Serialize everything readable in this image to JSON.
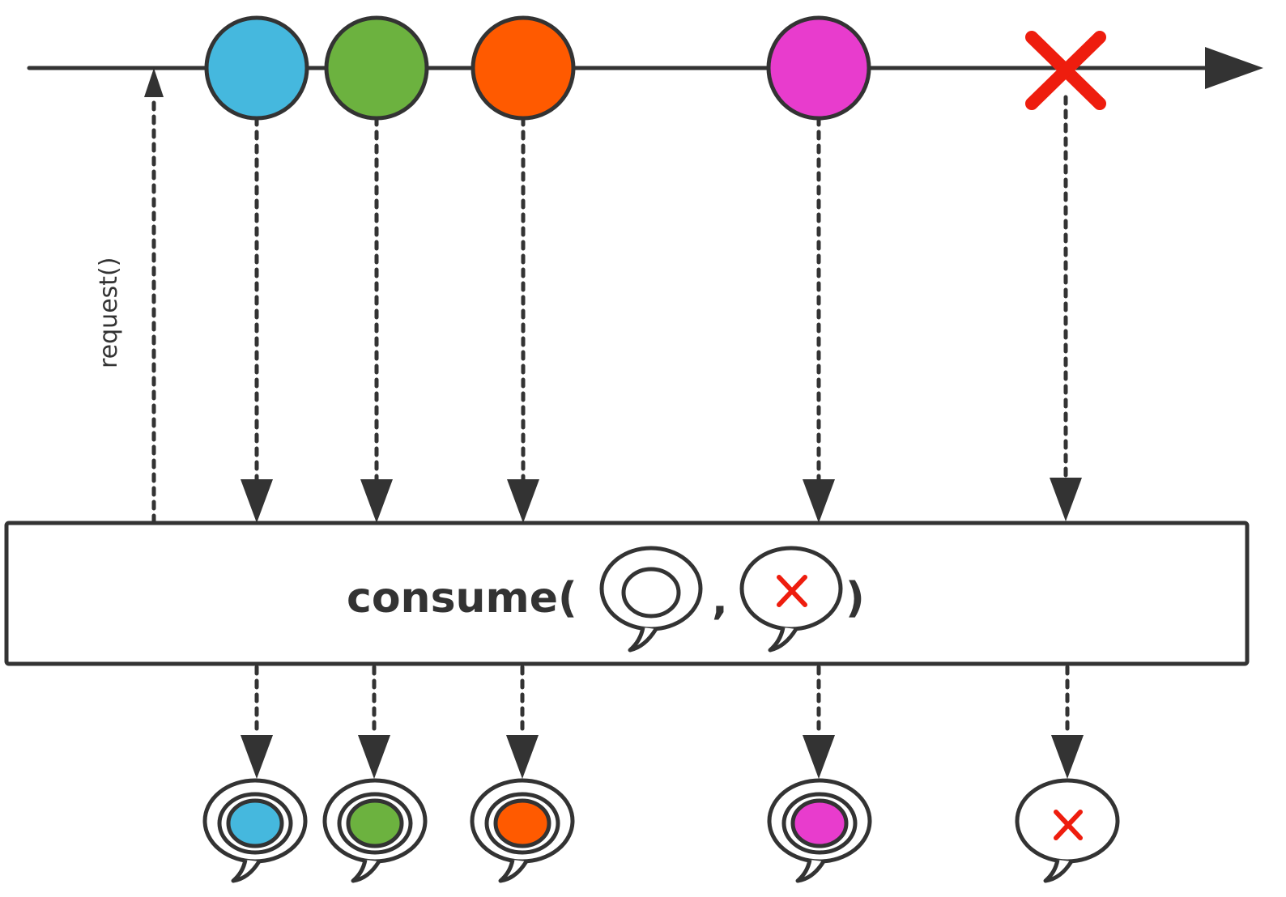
{
  "labels": {
    "request": "request()",
    "operator_name": "consume(",
    "separator": ",",
    "close_paren": ")"
  },
  "colors": {
    "line": "#333333",
    "error": "#ee1d0e",
    "background": "#ffffff"
  },
  "input_events": [
    {
      "kind": "onNext",
      "color": "#45b8de"
    },
    {
      "kind": "onNext",
      "color": "#6cb23f"
    },
    {
      "kind": "onNext",
      "color": "#ff5a00"
    },
    {
      "kind": "onNext",
      "color": "#e83ccd"
    },
    {
      "kind": "onError",
      "color": "#ee1d0e"
    }
  ]
}
